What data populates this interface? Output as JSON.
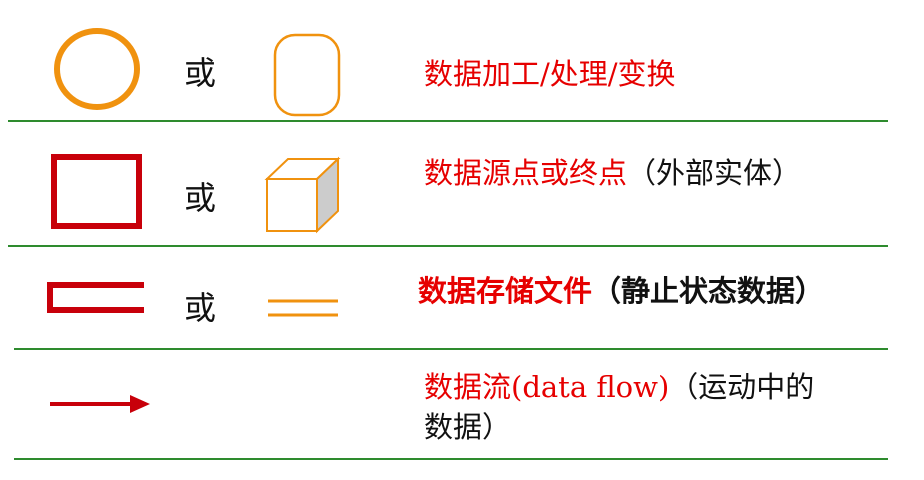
{
  "or_label": "或",
  "rows": [
    {
      "desc_red": "数据加工/处理/变换"
    },
    {
      "desc_red": "数据源点或终点",
      "desc_black": "（外部实体）"
    },
    {
      "desc_red": "数据存储文件",
      "desc_black": "（静止状态数据）"
    },
    {
      "desc_red": "数据流(data flow)",
      "desc_black_line1": "（运动中的",
      "desc_black_line2": "数据）"
    }
  ],
  "colors": {
    "orange": "#f0920f",
    "dark_red": "#c8000a",
    "text_red": "#e60000",
    "divider_green": "#2e8b2e",
    "cube_side": "#cccccc"
  }
}
